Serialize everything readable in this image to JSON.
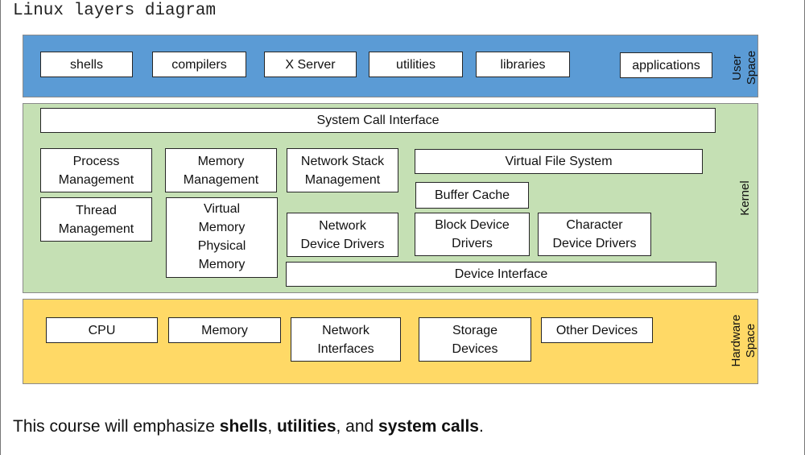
{
  "title": "Linux layers diagram",
  "user_space": {
    "label": "User\nSpace",
    "items": [
      "shells",
      "compilers",
      "X Server",
      "utilities",
      "libraries",
      "applications"
    ]
  },
  "kernel": {
    "label": "Kernel",
    "system_call_interface": "System Call Interface",
    "process_management": "Process\nManagement",
    "thread_management": "Thread\nManagement",
    "memory_management": "Memory\nManagement",
    "virtual_physical_memory": "Virtual\nMemory\nPhysical\nMemory",
    "network_stack_management": "Network Stack\nManagement",
    "network_device_drivers": "Network\nDevice Drivers",
    "virtual_file_system": "Virtual File System",
    "buffer_cache": "Buffer Cache",
    "block_device_drivers": "Block Device\nDrivers",
    "character_device_drivers": "Character\nDevice Drivers",
    "device_interface": "Device Interface"
  },
  "hardware_space": {
    "label": "Hardware\nSpace",
    "items": [
      "CPU",
      "Memory",
      "Network\nInterfaces",
      "Storage\nDevices",
      "Other Devices"
    ]
  },
  "footer": {
    "prefix": "This course will emphasize ",
    "term1": "shells",
    "sep1": ", ",
    "term2": "utilities",
    "sep2": ", and ",
    "term3": "system calls",
    "suffix": "."
  },
  "colors": {
    "user_space": "#5b9bd5",
    "kernel": "#c5e0b4",
    "hardware_space": "#ffd966"
  }
}
